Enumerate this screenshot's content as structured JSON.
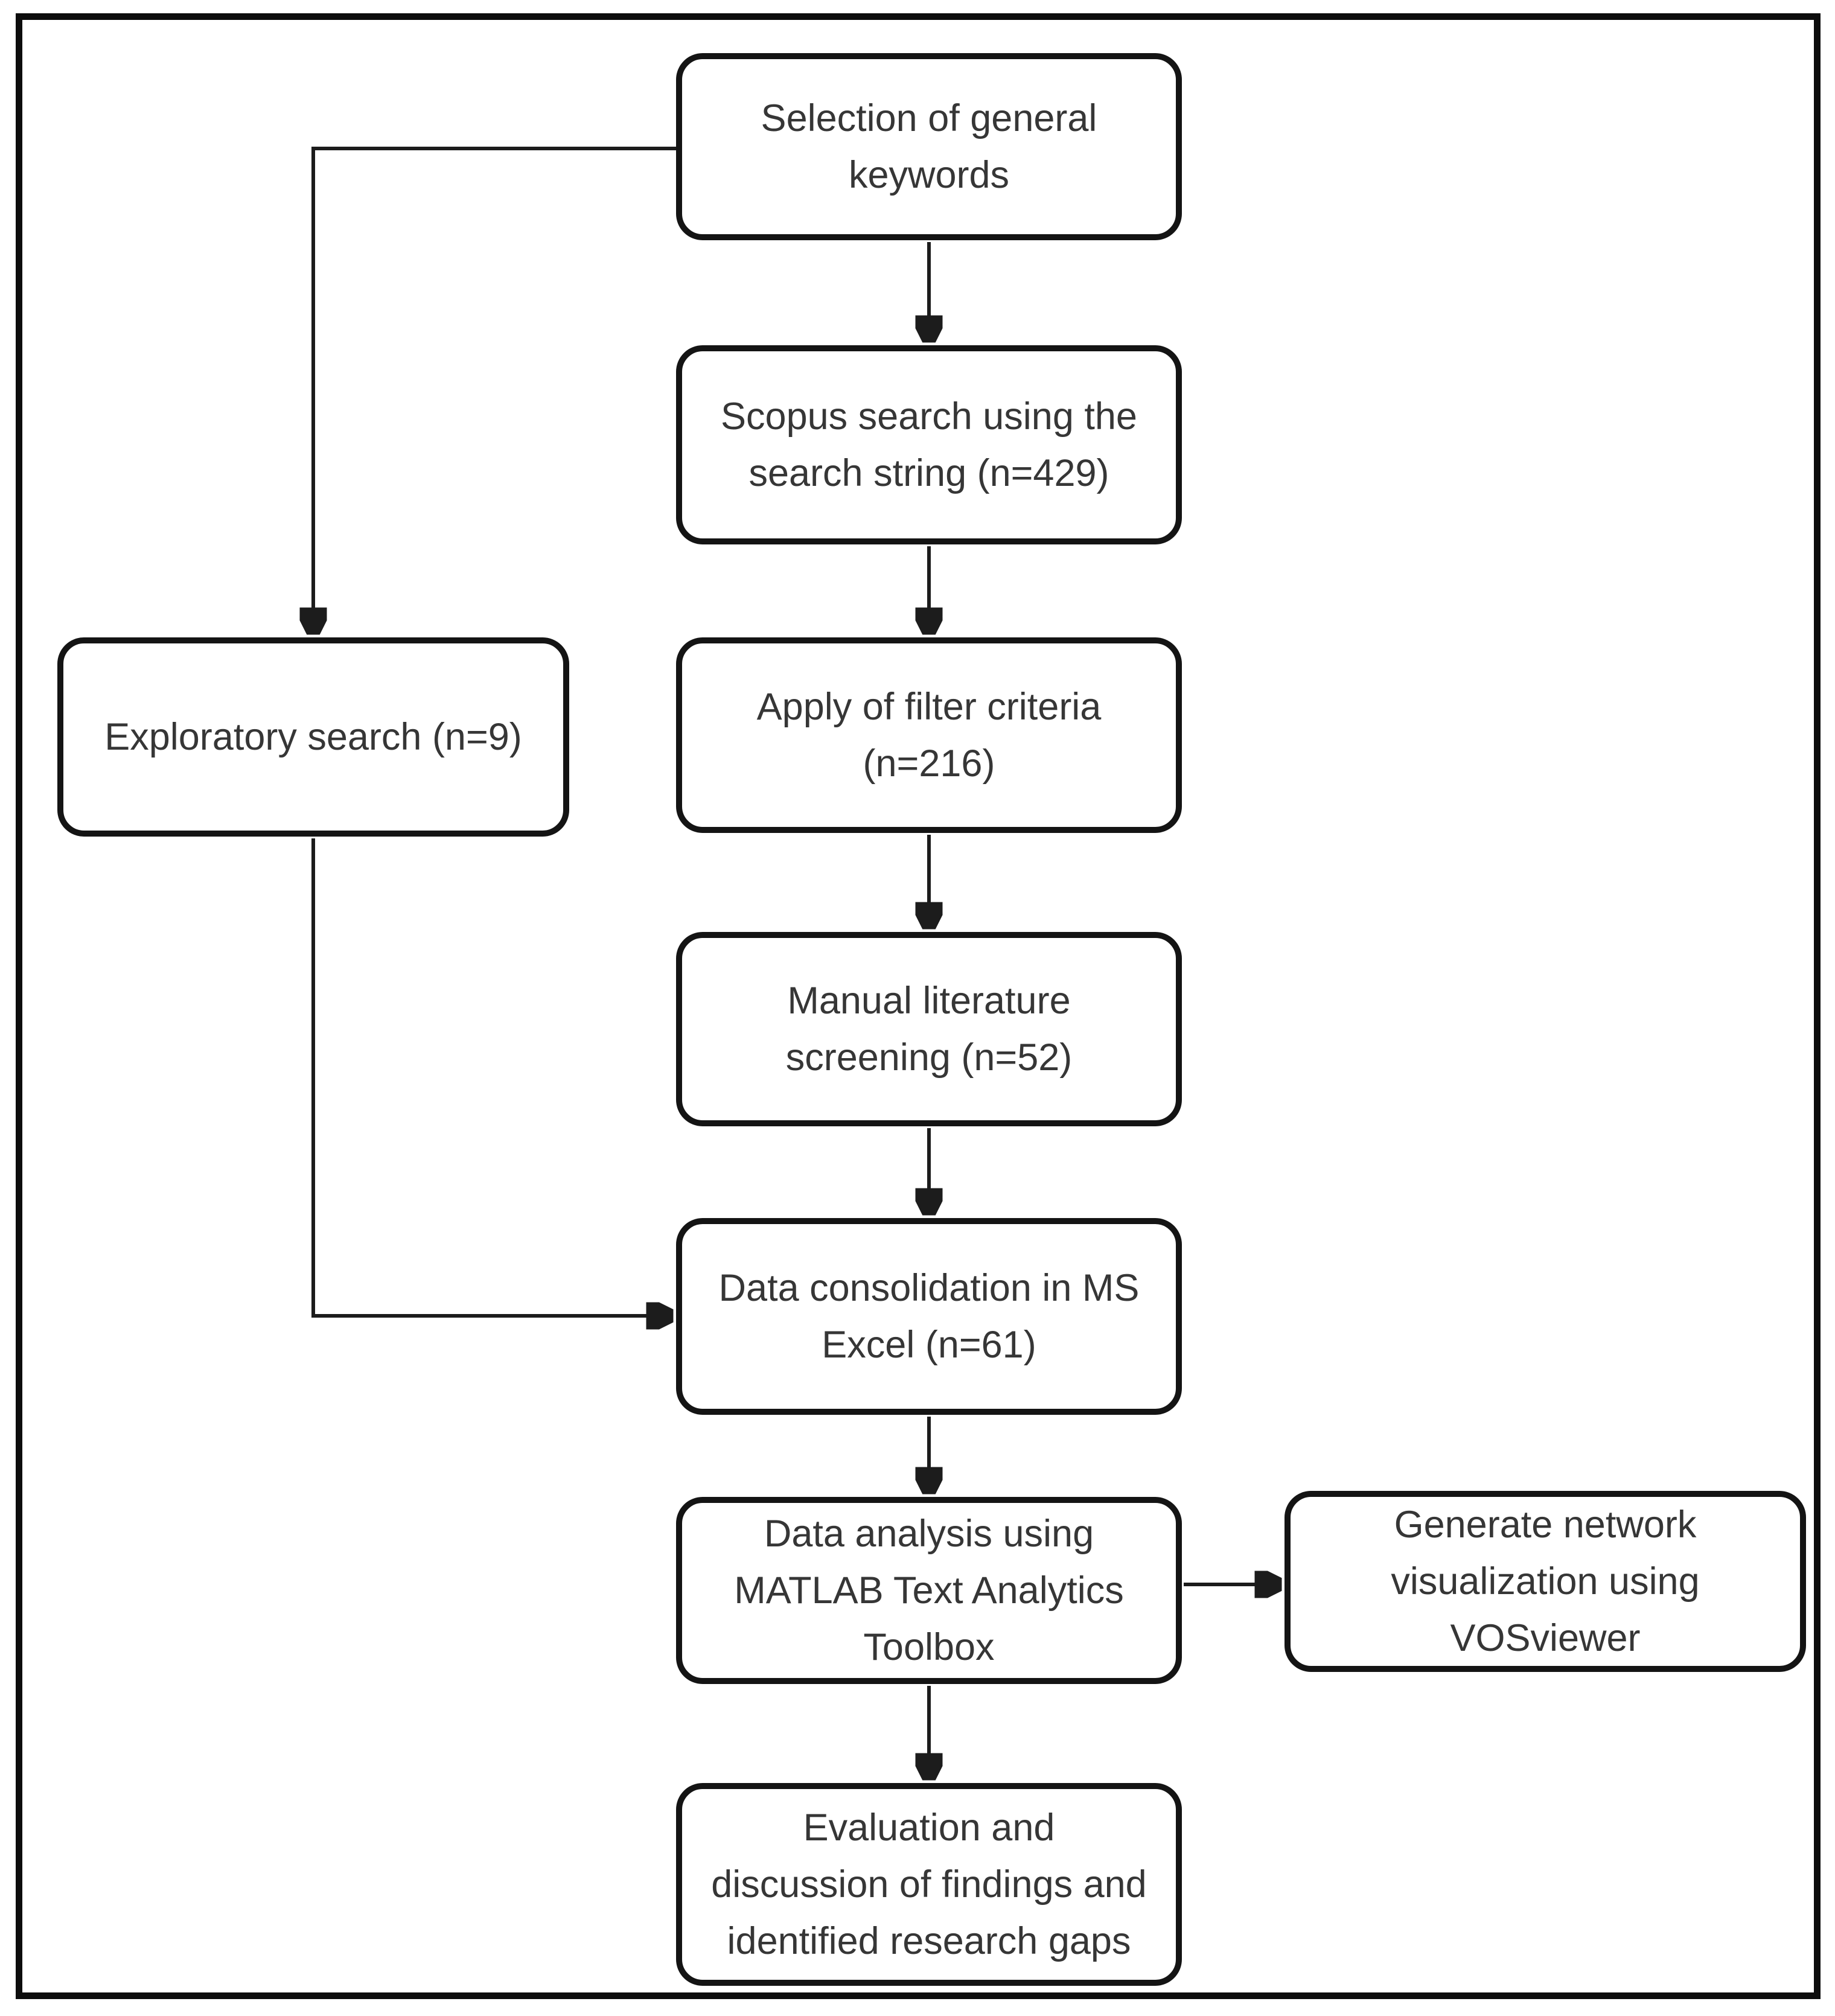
{
  "diagram_type": "flowchart",
  "colors": {
    "background": "#ffffff",
    "frame_border": "#0d0d0d",
    "box_border": "#141414",
    "connector": "#1c1c1c",
    "text": "#363636"
  },
  "nodes": {
    "keywords": {
      "label": "Selection of general\nkeywords"
    },
    "scopus": {
      "label": "Scopus search using the\nsearch string (n=429)"
    },
    "exploratory": {
      "label": "Exploratory search (n=9)"
    },
    "filter": {
      "label": "Apply of filter criteria\n(n=216)"
    },
    "screening": {
      "label": "Manual literature\nscreening (n=52)"
    },
    "excel": {
      "label": "Data consolidation in MS\nExcel (n=61)"
    },
    "matlab": {
      "label": "Data analysis using\nMATLAB Text Analytics\nToolbox"
    },
    "vosviewer": {
      "label": "Generate network\nvisualization using\nVOSviewer"
    },
    "evaluation": {
      "label": "Evaluation and\ndiscussion of findings and\nidentified research gaps"
    }
  },
  "edges": [
    {
      "from": "keywords",
      "to": "scopus"
    },
    {
      "from": "keywords",
      "to": "exploratory"
    },
    {
      "from": "scopus",
      "to": "filter"
    },
    {
      "from": "filter",
      "to": "screening"
    },
    {
      "from": "screening",
      "to": "excel"
    },
    {
      "from": "exploratory",
      "to": "excel"
    },
    {
      "from": "excel",
      "to": "matlab"
    },
    {
      "from": "matlab",
      "to": "vosviewer"
    },
    {
      "from": "matlab",
      "to": "evaluation"
    }
  ]
}
